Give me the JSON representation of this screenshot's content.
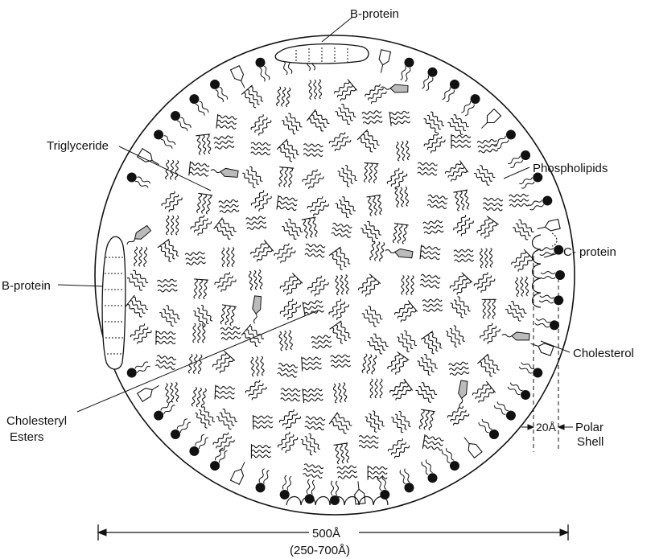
{
  "labels": {
    "b_protein_top": "B-protein",
    "triglyceride": "Triglyceride",
    "phospholipids": "Phospholipids",
    "c_protein": "C- protein",
    "b_protein_left": "B-protein",
    "cholesterol": "Cholesterol",
    "cholesteryl_esters_line1": "Cholesteryl",
    "cholesteryl_esters_line2": "Esters",
    "shell_thickness": "20Å",
    "polar_shell_line1": "Polar",
    "polar_shell_line2": "Shell",
    "diameter": "500Å",
    "diameter_range": "(250-700Å)"
  }
}
